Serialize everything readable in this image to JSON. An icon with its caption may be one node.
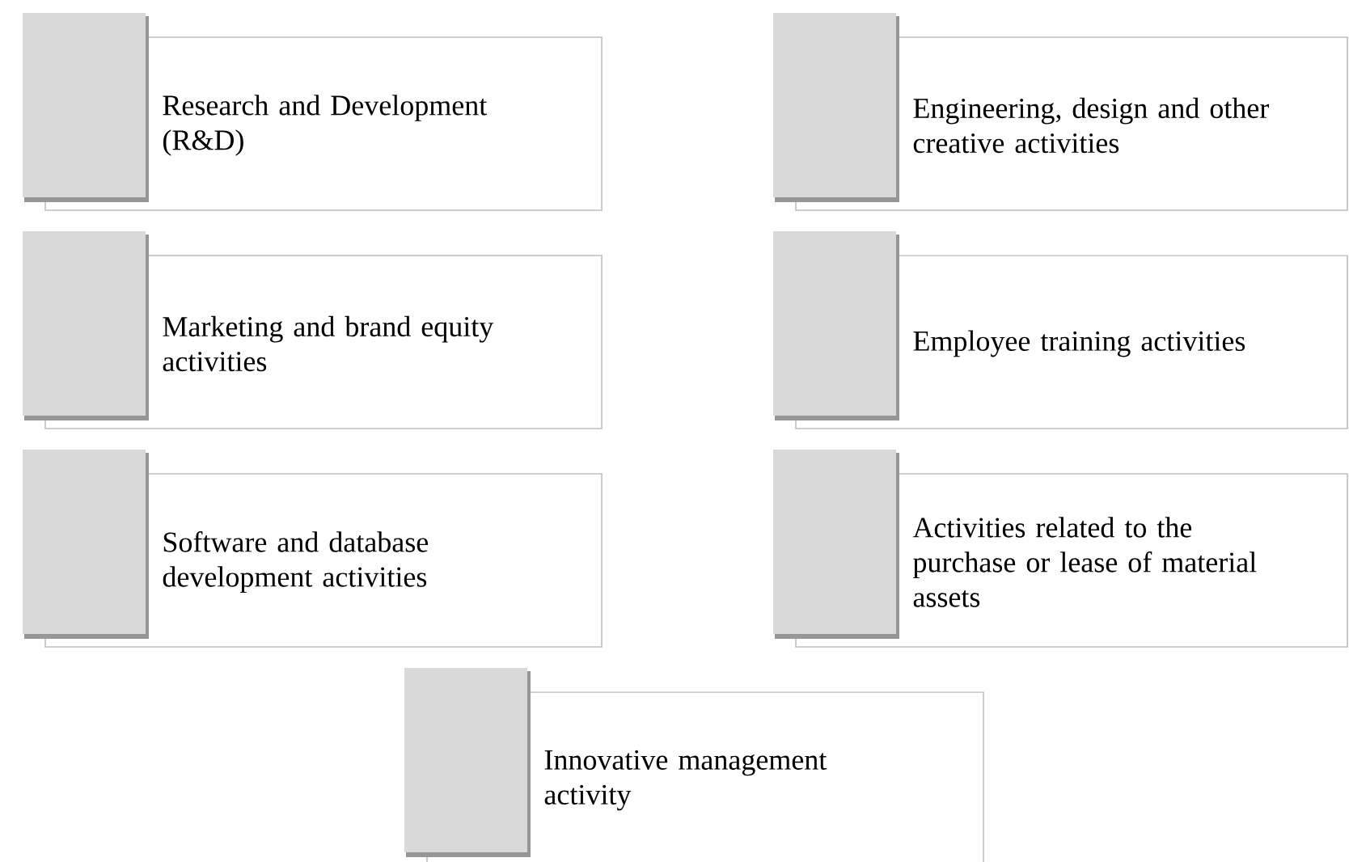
{
  "diagram": {
    "nodes": [
      {
        "text": [
          "Research and Development (R&D)"
        ]
      },
      {
        "text": [
          "Engineering, design and other creative activities"
        ]
      },
      {
        "text": [
          "Marketing and brand equity activities"
        ]
      },
      {
        "text": [
          "Employee training activities"
        ]
      },
      {
        "text": [
          "Software and database development activities"
        ]
      },
      {
        "text": [
          "Activities related to the purchase or lease of material assets"
        ]
      },
      {
        "text": [
          "Innovative management activity"
        ]
      }
    ]
  }
}
